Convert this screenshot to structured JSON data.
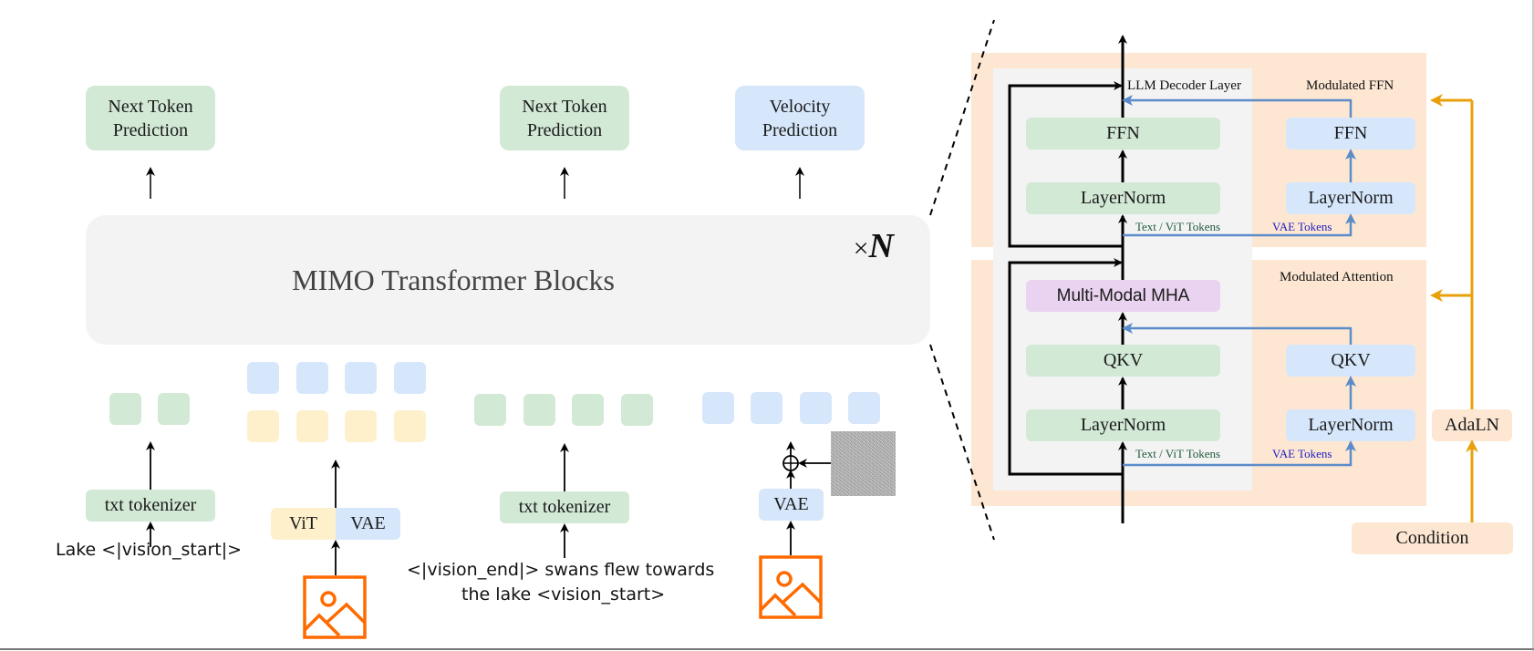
{
  "colors": {
    "text_token": "#d2e9d5",
    "vae_token": "#d6e7fb",
    "vit_token": "#fdf0cb",
    "modulation_bg": "#fde7d3",
    "decoder_bg": "#f3f3f3",
    "mha": "#e9d3f0",
    "image_icon": "#ff6a00",
    "condition_arrow": "#e8a10a",
    "vae_arrow": "#5b8cc9",
    "text_vit_label": "#1f5a3a",
    "vae_label": "#2020c0"
  },
  "left": {
    "outputs": [
      {
        "line1": "Next Token",
        "line2": "Prediction",
        "kind": "text"
      },
      {
        "line1": "Next Token",
        "line2": "Prediction",
        "kind": "text"
      },
      {
        "line1": "Velocity",
        "line2": "Prediction",
        "kind": "velocity"
      }
    ],
    "transformer": {
      "title": "MIMO Transformer Blocks",
      "repeat_prefix": "×",
      "repeat_symbol": "N"
    },
    "encoders": {
      "txt_tokenizer_1": "txt tokenizer",
      "vit": "ViT",
      "vae_1": "VAE",
      "txt_tokenizer_2": "txt tokenizer",
      "vae_2": "VAE"
    },
    "inputs": {
      "text_1": "Lake <|vision_start|>",
      "text_2_line1": "<|vision_end|> swans flew towards",
      "text_2_line2": "the lake <vision_start>"
    },
    "token_groups": {
      "text_1_count": 2,
      "image_1_vae_count": 4,
      "image_1_vit_count": 4,
      "text_2_count": 4,
      "image_2_vae_count": 4
    },
    "icons": [
      "image-icon",
      "image-icon",
      "add-circle-icon",
      "noise-image"
    ]
  },
  "right": {
    "decoder_label": "LLM Decoder Layer",
    "ffn_section_label": "Modulated FFN",
    "attn_section_label": "Modulated Attention",
    "main_path": {
      "ffn": "FFN",
      "layernorm_top": "LayerNorm",
      "mha": "Multi-Modal MHA",
      "qkv": "QKV",
      "layernorm_bottom": "LayerNorm"
    },
    "mod_path": {
      "ffn": "FFN",
      "layernorm_top": "LayerNorm",
      "qkv": "QKV",
      "layernorm_bottom": "LayerNorm"
    },
    "token_labels": {
      "text_vit": "Text / ViT Tokens",
      "vae": "VAE Tokens"
    },
    "adaln": "AdaLN",
    "condition": "Condition"
  }
}
